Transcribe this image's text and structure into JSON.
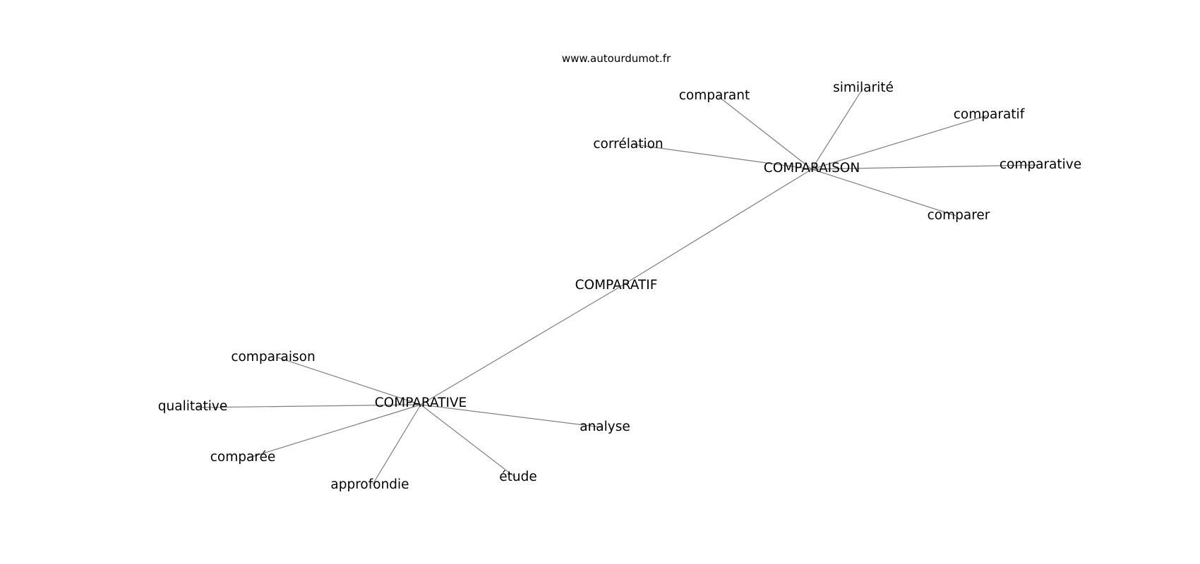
{
  "watermark": "www.autourdumot.fr",
  "colors": {
    "edge": "#808080",
    "text": "#000000",
    "background": "#ffffff"
  },
  "graph": {
    "center": "COMPARATIF",
    "hubs": [
      {
        "label": "COMPARAISON",
        "neighbors": [
          "corrélation",
          "comparant",
          "similarité",
          "comparatif",
          "comparative",
          "comparer"
        ]
      },
      {
        "label": "COMPARATIVE",
        "neighbors": [
          "comparaison",
          "qualitative",
          "comparée",
          "approfondie",
          "étude",
          "analyse"
        ]
      }
    ]
  }
}
